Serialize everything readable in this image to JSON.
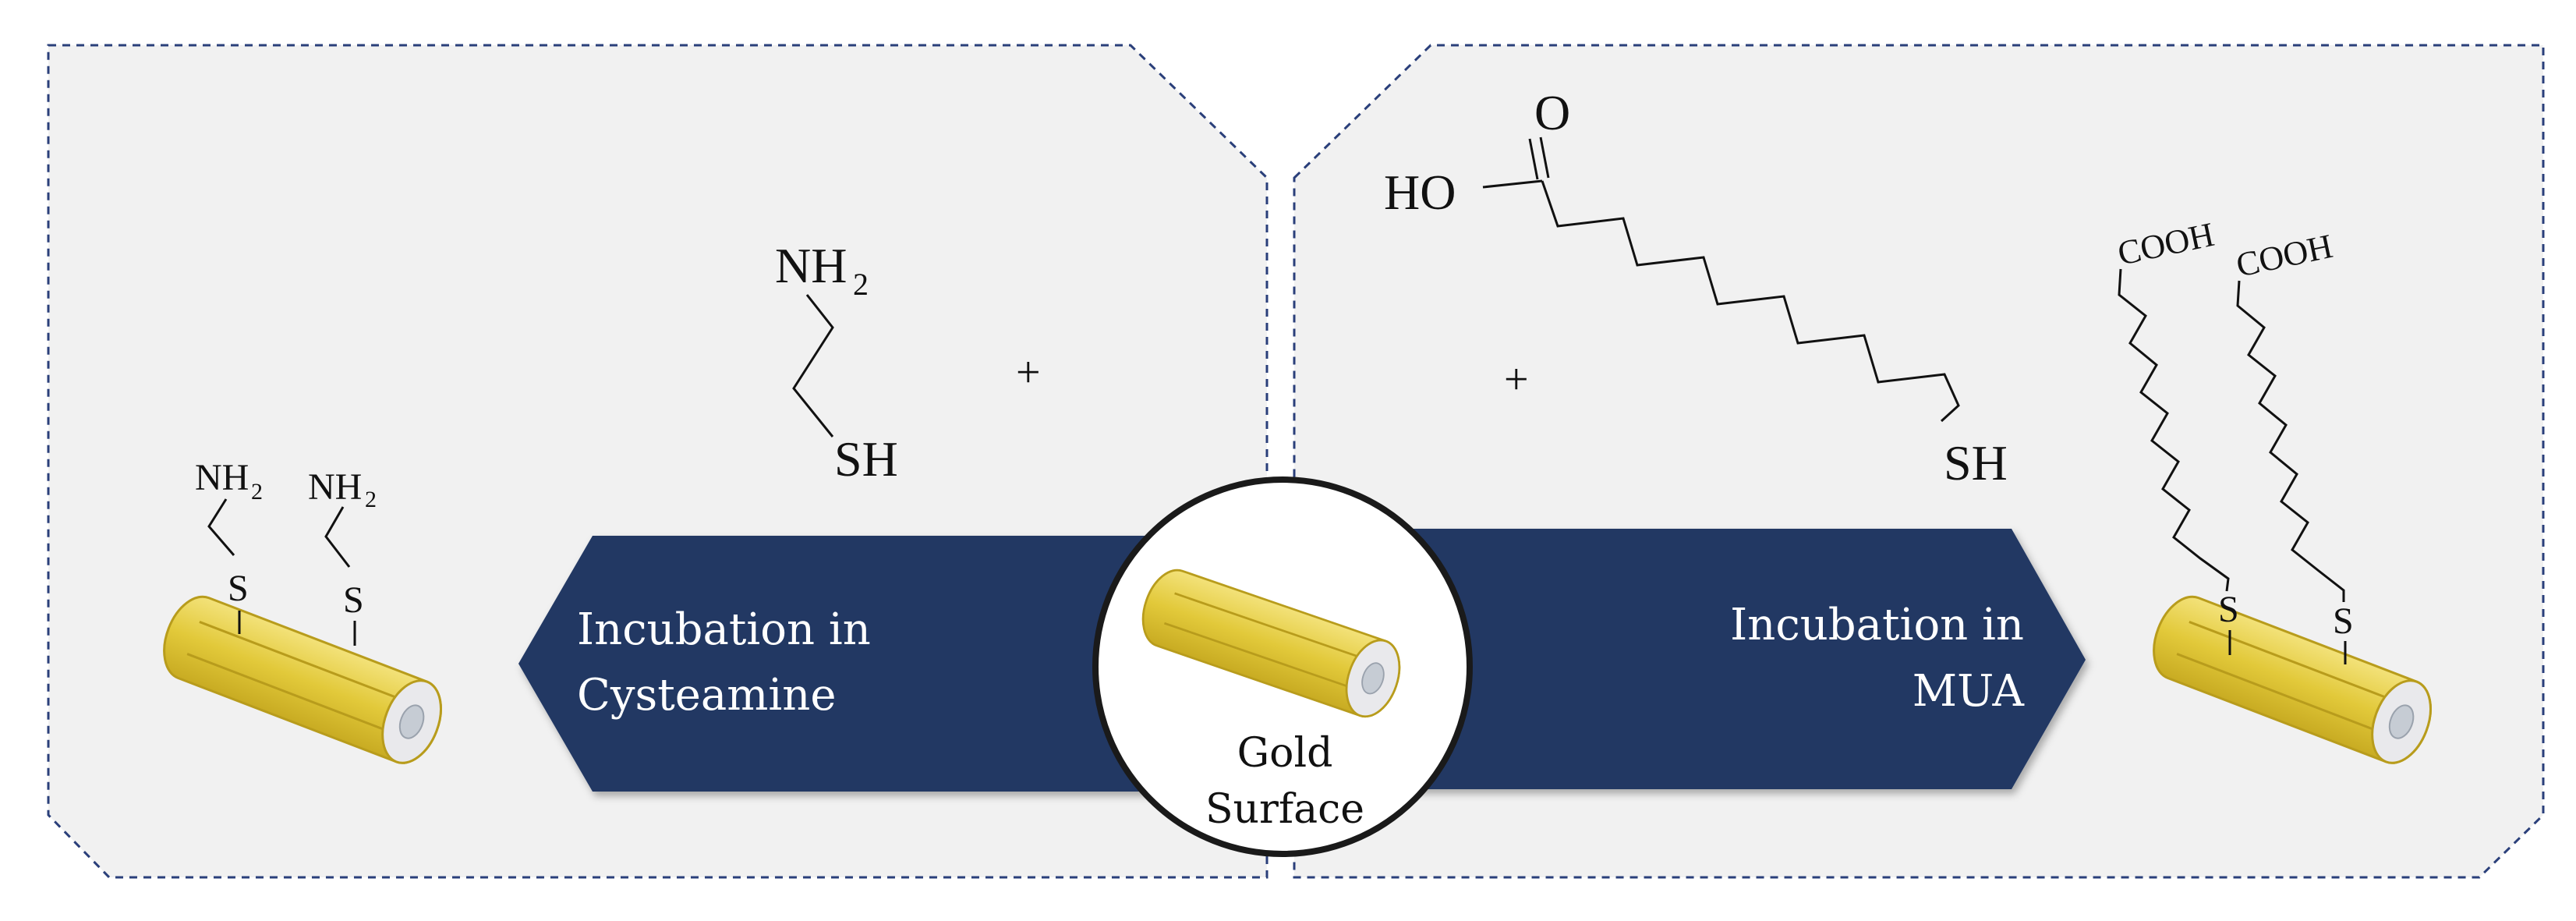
{
  "colors": {
    "panel_fill": "#f1f1f1",
    "panel_border": "#2a3f7a",
    "arrow_fill": "#203764",
    "gold_fill": "#e6cf4a",
    "gold_dark": "#c9ad22",
    "cylinder_inner": "#d9dde3"
  },
  "left_panel": {
    "arrow_label_line1": "Incubation in",
    "arrow_label_line2": "Cysteamine",
    "molecule_top": "NH",
    "molecule_bottom": "SH",
    "subscript": "2",
    "plus": "+",
    "product_group": "NH",
    "product_sub": "2",
    "product_linker": "S"
  },
  "right_panel": {
    "arrow_label_line1": "Incubation in",
    "arrow_label_line2": "MUA",
    "molecule_carbonyl_o": "O",
    "molecule_ho": "HO",
    "molecule_thiol": "SH",
    "plus": "+",
    "product_group": "COOH",
    "product_linker": "S"
  },
  "center": {
    "label_line1": "Gold",
    "label_line2": "Surface"
  }
}
